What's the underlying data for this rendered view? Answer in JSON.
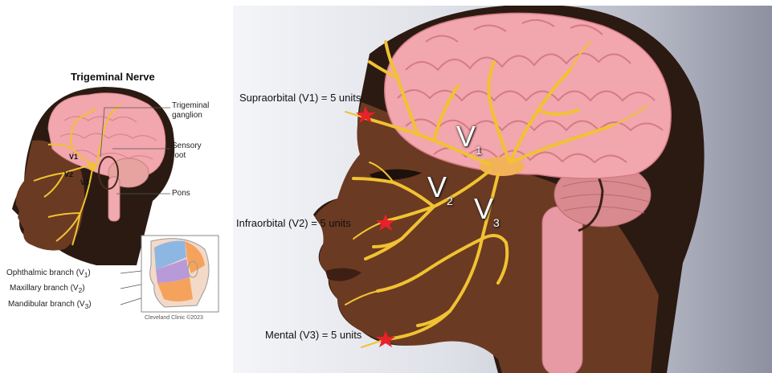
{
  "left": {
    "title": "Trigeminal Nerve",
    "labels": {
      "ganglion": "Trigeminal ganglion",
      "ganglion_line1": "Trigeminal",
      "ganglion_line2": "ganglion",
      "sensory_line1": "Sensory",
      "sensory_line2": "root",
      "pons": "Pons",
      "v1": "V1",
      "v2": "V2",
      "v3": "V3"
    },
    "legend": {
      "ophthalmic": "Ophthalmic branch (V1)",
      "maxillary": "Maxillary branch (V2)",
      "mandibular": "Mandibular branch (V3)",
      "ophthalmic_text": "Ophthalmic branch (V",
      "maxillary_text": "Maxillary branch (V",
      "mandibular_text": "Mandibular branch (V",
      "sub1": "1",
      "sub2": "2",
      "sub3": "3",
      "close": ")"
    },
    "credit": "Cleveland Clinic ©2023"
  },
  "right": {
    "injections": [
      {
        "label": "Supraorbital (V1) = 5 units"
      },
      {
        "label": "Infraorbital (V2) = 5 units"
      },
      {
        "label": "Mental (V3) = 5 units"
      }
    ],
    "branch_labels": {
      "v": "V",
      "s1": "1",
      "s2": "2",
      "s3": "3"
    }
  },
  "colors": {
    "brain": "#f2a6ad",
    "skin": "#6b3a22",
    "nerve": "#f1c232",
    "marker": "#e8212b"
  }
}
